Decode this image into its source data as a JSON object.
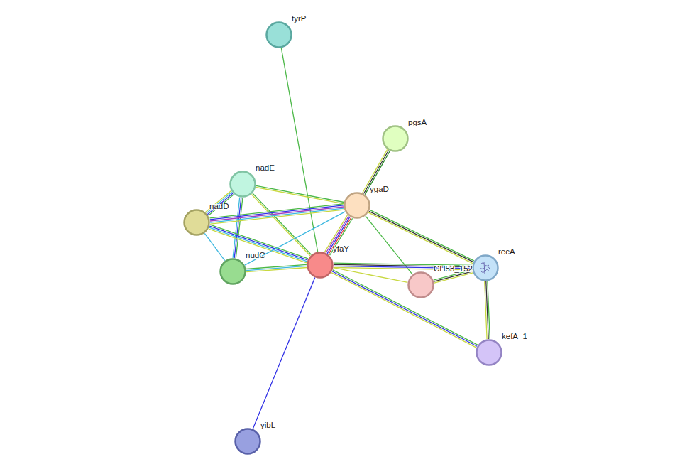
{
  "diagram": {
    "nodes": [
      {
        "text": [
          "tyrP"
        ]
      },
      {
        "text": [
          "pgsA"
        ]
      },
      {
        "text": [
          "nadE"
        ]
      },
      {
        "text": [
          "ygaD"
        ]
      },
      {
        "text": [
          "nadD"
        ]
      },
      {
        "text": [
          "yfaY"
        ]
      },
      {
        "text": [
          "nudC"
        ]
      },
      {
        "text": [
          "recA"
        ]
      },
      {
        "text": [
          "CH53_152"
        ]
      },
      {
        "text": [
          "kefA_1"
        ]
      },
      {
        "text": [
          "yibL"
        ]
      }
    ],
    "edges": [
      {
        "from": 0,
        "to": 5,
        "arrow": "none"
      },
      {
        "from": 5,
        "to": 10,
        "arrow": "none"
      },
      {
        "from": 1,
        "to": 3,
        "arrow": "none"
      },
      {
        "from": 2,
        "to": 3,
        "arrow": "none"
      },
      {
        "from": 2,
        "to": 4,
        "arrow": "none"
      },
      {
        "from": 2,
        "to": 6,
        "arrow": "none"
      },
      {
        "from": 2,
        "to": 5,
        "arrow": "none"
      },
      {
        "from": 4,
        "to": 3,
        "arrow": "none"
      },
      {
        "from": 4,
        "to": 5,
        "arrow": "none"
      },
      {
        "from": 4,
        "to": 6,
        "arrow": "none"
      },
      {
        "from": 6,
        "to": 3,
        "arrow": "none"
      },
      {
        "from": 6,
        "to": 5,
        "arrow": "none"
      },
      {
        "from": 3,
        "to": 5,
        "arrow": "none"
      },
      {
        "from": 3,
        "to": 7,
        "arrow": "none"
      },
      {
        "from": 3,
        "to": 8,
        "arrow": "none"
      },
      {
        "from": 5,
        "to": 7,
        "arrow": "none"
      },
      {
        "from": 5,
        "to": 8,
        "arrow": "none"
      },
      {
        "from": 5,
        "to": 9,
        "arrow": "none"
      },
      {
        "from": 8,
        "to": 7,
        "arrow": "none"
      },
      {
        "from": 7,
        "to": 9,
        "arrow": "none"
      }
    ]
  }
}
